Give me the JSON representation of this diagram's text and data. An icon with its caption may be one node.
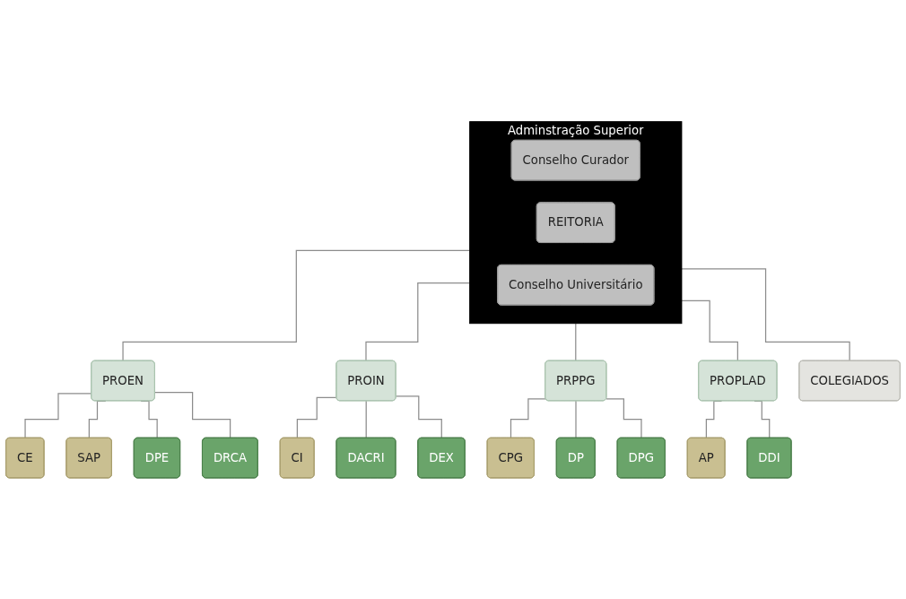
{
  "diagram": {
    "nodes": [
      {
        "text": [
          "Adminstração Superior"
        ]
      },
      {
        "text": [
          "Conselho Curador"
        ],
        "in": 0
      },
      {
        "text": [
          "REITORIA"
        ],
        "in": 0
      },
      {
        "text": [
          "Conselho Universitário"
        ],
        "in": 0
      },
      {
        "text": [
          "PROEN"
        ]
      },
      {
        "text": [
          "PROIN"
        ]
      },
      {
        "text": [
          "PRPPG"
        ]
      },
      {
        "text": [
          "PROPLAD"
        ]
      },
      {
        "text": [
          "CE"
        ]
      },
      {
        "text": [
          "SAP"
        ]
      },
      {
        "text": [
          "CI"
        ]
      },
      {
        "text": [
          "CPG"
        ]
      },
      {
        "text": [
          "AP"
        ]
      },
      {
        "text": [
          "DPE"
        ]
      },
      {
        "text": [
          "DRCA"
        ]
      },
      {
        "text": [
          "DACRI"
        ]
      },
      {
        "text": [
          "DEX"
        ]
      },
      {
        "text": [
          "DP"
        ]
      },
      {
        "text": [
          "DPG"
        ]
      },
      {
        "text": [
          "DDI"
        ]
      },
      {
        "text": [
          "COLEGIADOS"
        ]
      }
    ],
    "edges": [
      {
        "from": 0,
        "to": 4,
        "arrow": "none"
      },
      {
        "from": 0,
        "to": 5,
        "arrow": "none"
      },
      {
        "from": 0,
        "to": 20,
        "arrow": "none"
      },
      {
        "from": 0,
        "to": 6,
        "arrow": "none"
      },
      {
        "from": 0,
        "to": 7,
        "arrow": "none"
      },
      {
        "from": 4,
        "to": 8,
        "arrow": "none"
      },
      {
        "from": 4,
        "to": 9,
        "arrow": "none"
      },
      {
        "from": 4,
        "to": 13,
        "arrow": "none"
      },
      {
        "from": 4,
        "to": 14,
        "arrow": "none"
      },
      {
        "from": 5,
        "to": 10,
        "arrow": "none"
      },
      {
        "from": 5,
        "to": 15,
        "arrow": "none"
      },
      {
        "from": 5,
        "to": 16,
        "arrow": "none"
      },
      {
        "from": 6,
        "to": 11,
        "arrow": "none"
      },
      {
        "from": 6,
        "to": 17,
        "arrow": "none"
      },
      {
        "from": 6,
        "to": 18,
        "arrow": "none"
      },
      {
        "from": 7,
        "to": 12,
        "arrow": "none"
      },
      {
        "from": 7,
        "to": 19,
        "arrow": "none"
      }
    ]
  }
}
